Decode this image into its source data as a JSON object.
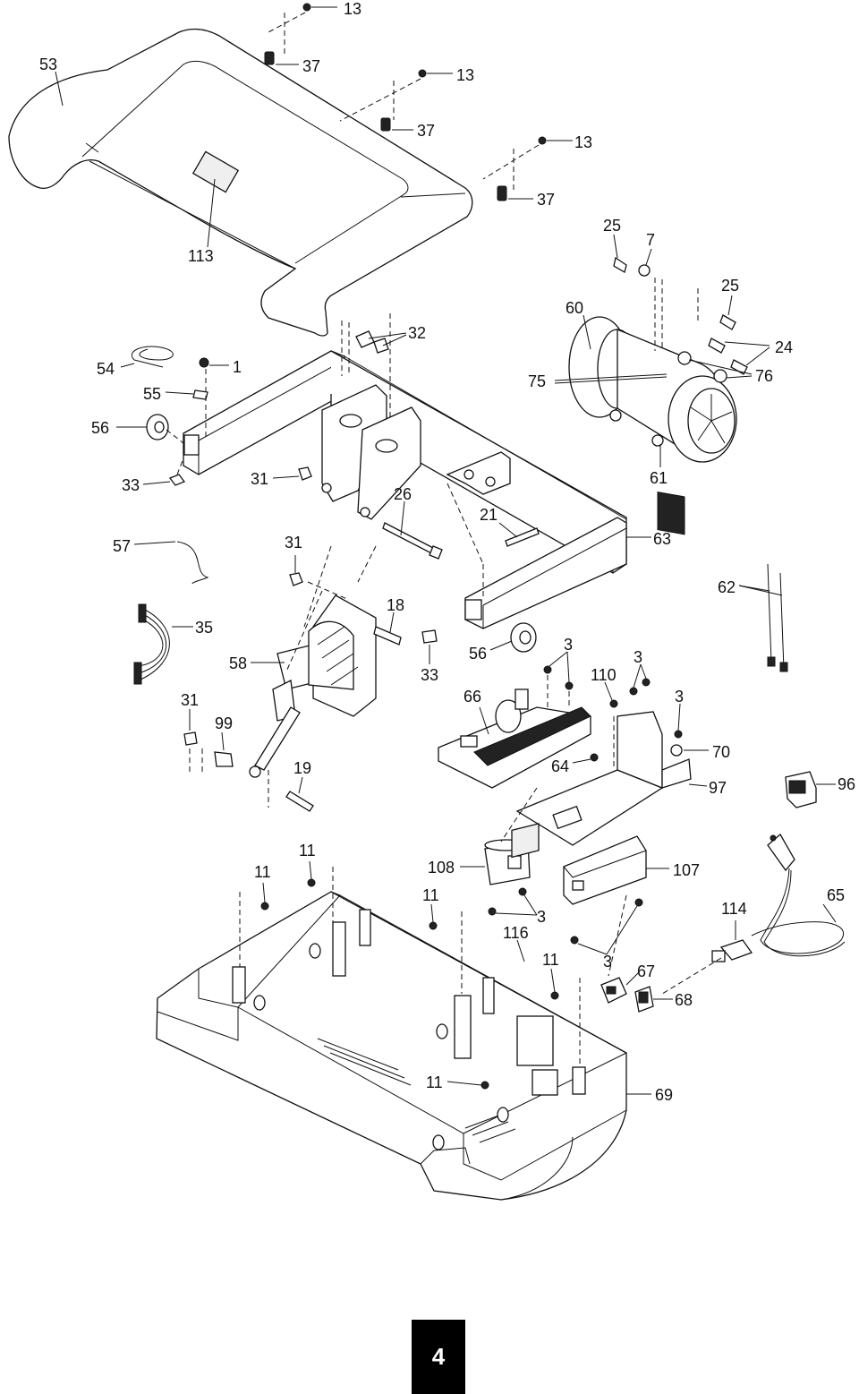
{
  "page_number": "4",
  "callouts": {
    "c53": "53",
    "c113": "113",
    "c13a": "13",
    "c37a": "37",
    "c13b": "13",
    "c37b": "37",
    "c13c": "13",
    "c37c": "37",
    "c25a": "25",
    "c7": "7",
    "c25b": "25",
    "c60": "60",
    "c24": "24",
    "c75": "75",
    "c76": "76",
    "c61": "61",
    "c32": "32",
    "c54": "54",
    "c1": "1",
    "c55": "55",
    "c56a": "56",
    "c33a": "33",
    "c31a": "31",
    "c26": "26",
    "c21": "21",
    "c63": "63",
    "c57": "57",
    "c31b": "31",
    "c62": "62",
    "c35": "35",
    "c18": "18",
    "c58": "58",
    "c33b": "33",
    "c56b": "56",
    "c3a": "3",
    "c3b": "3",
    "c110": "110",
    "c3c": "3",
    "c31c": "31",
    "c66": "66",
    "c99": "99",
    "c70": "70",
    "c64": "64",
    "c19": "19",
    "c97": "97",
    "c96": "96",
    "c11a": "11",
    "c11b": "11",
    "c108": "108",
    "c107": "107",
    "c11c": "11",
    "c3d": "3",
    "c65": "65",
    "c114": "114",
    "c116": "116",
    "c11d": "11",
    "c3e": "3",
    "c67": "67",
    "c68": "68",
    "c11e": "11",
    "c69": "69"
  }
}
